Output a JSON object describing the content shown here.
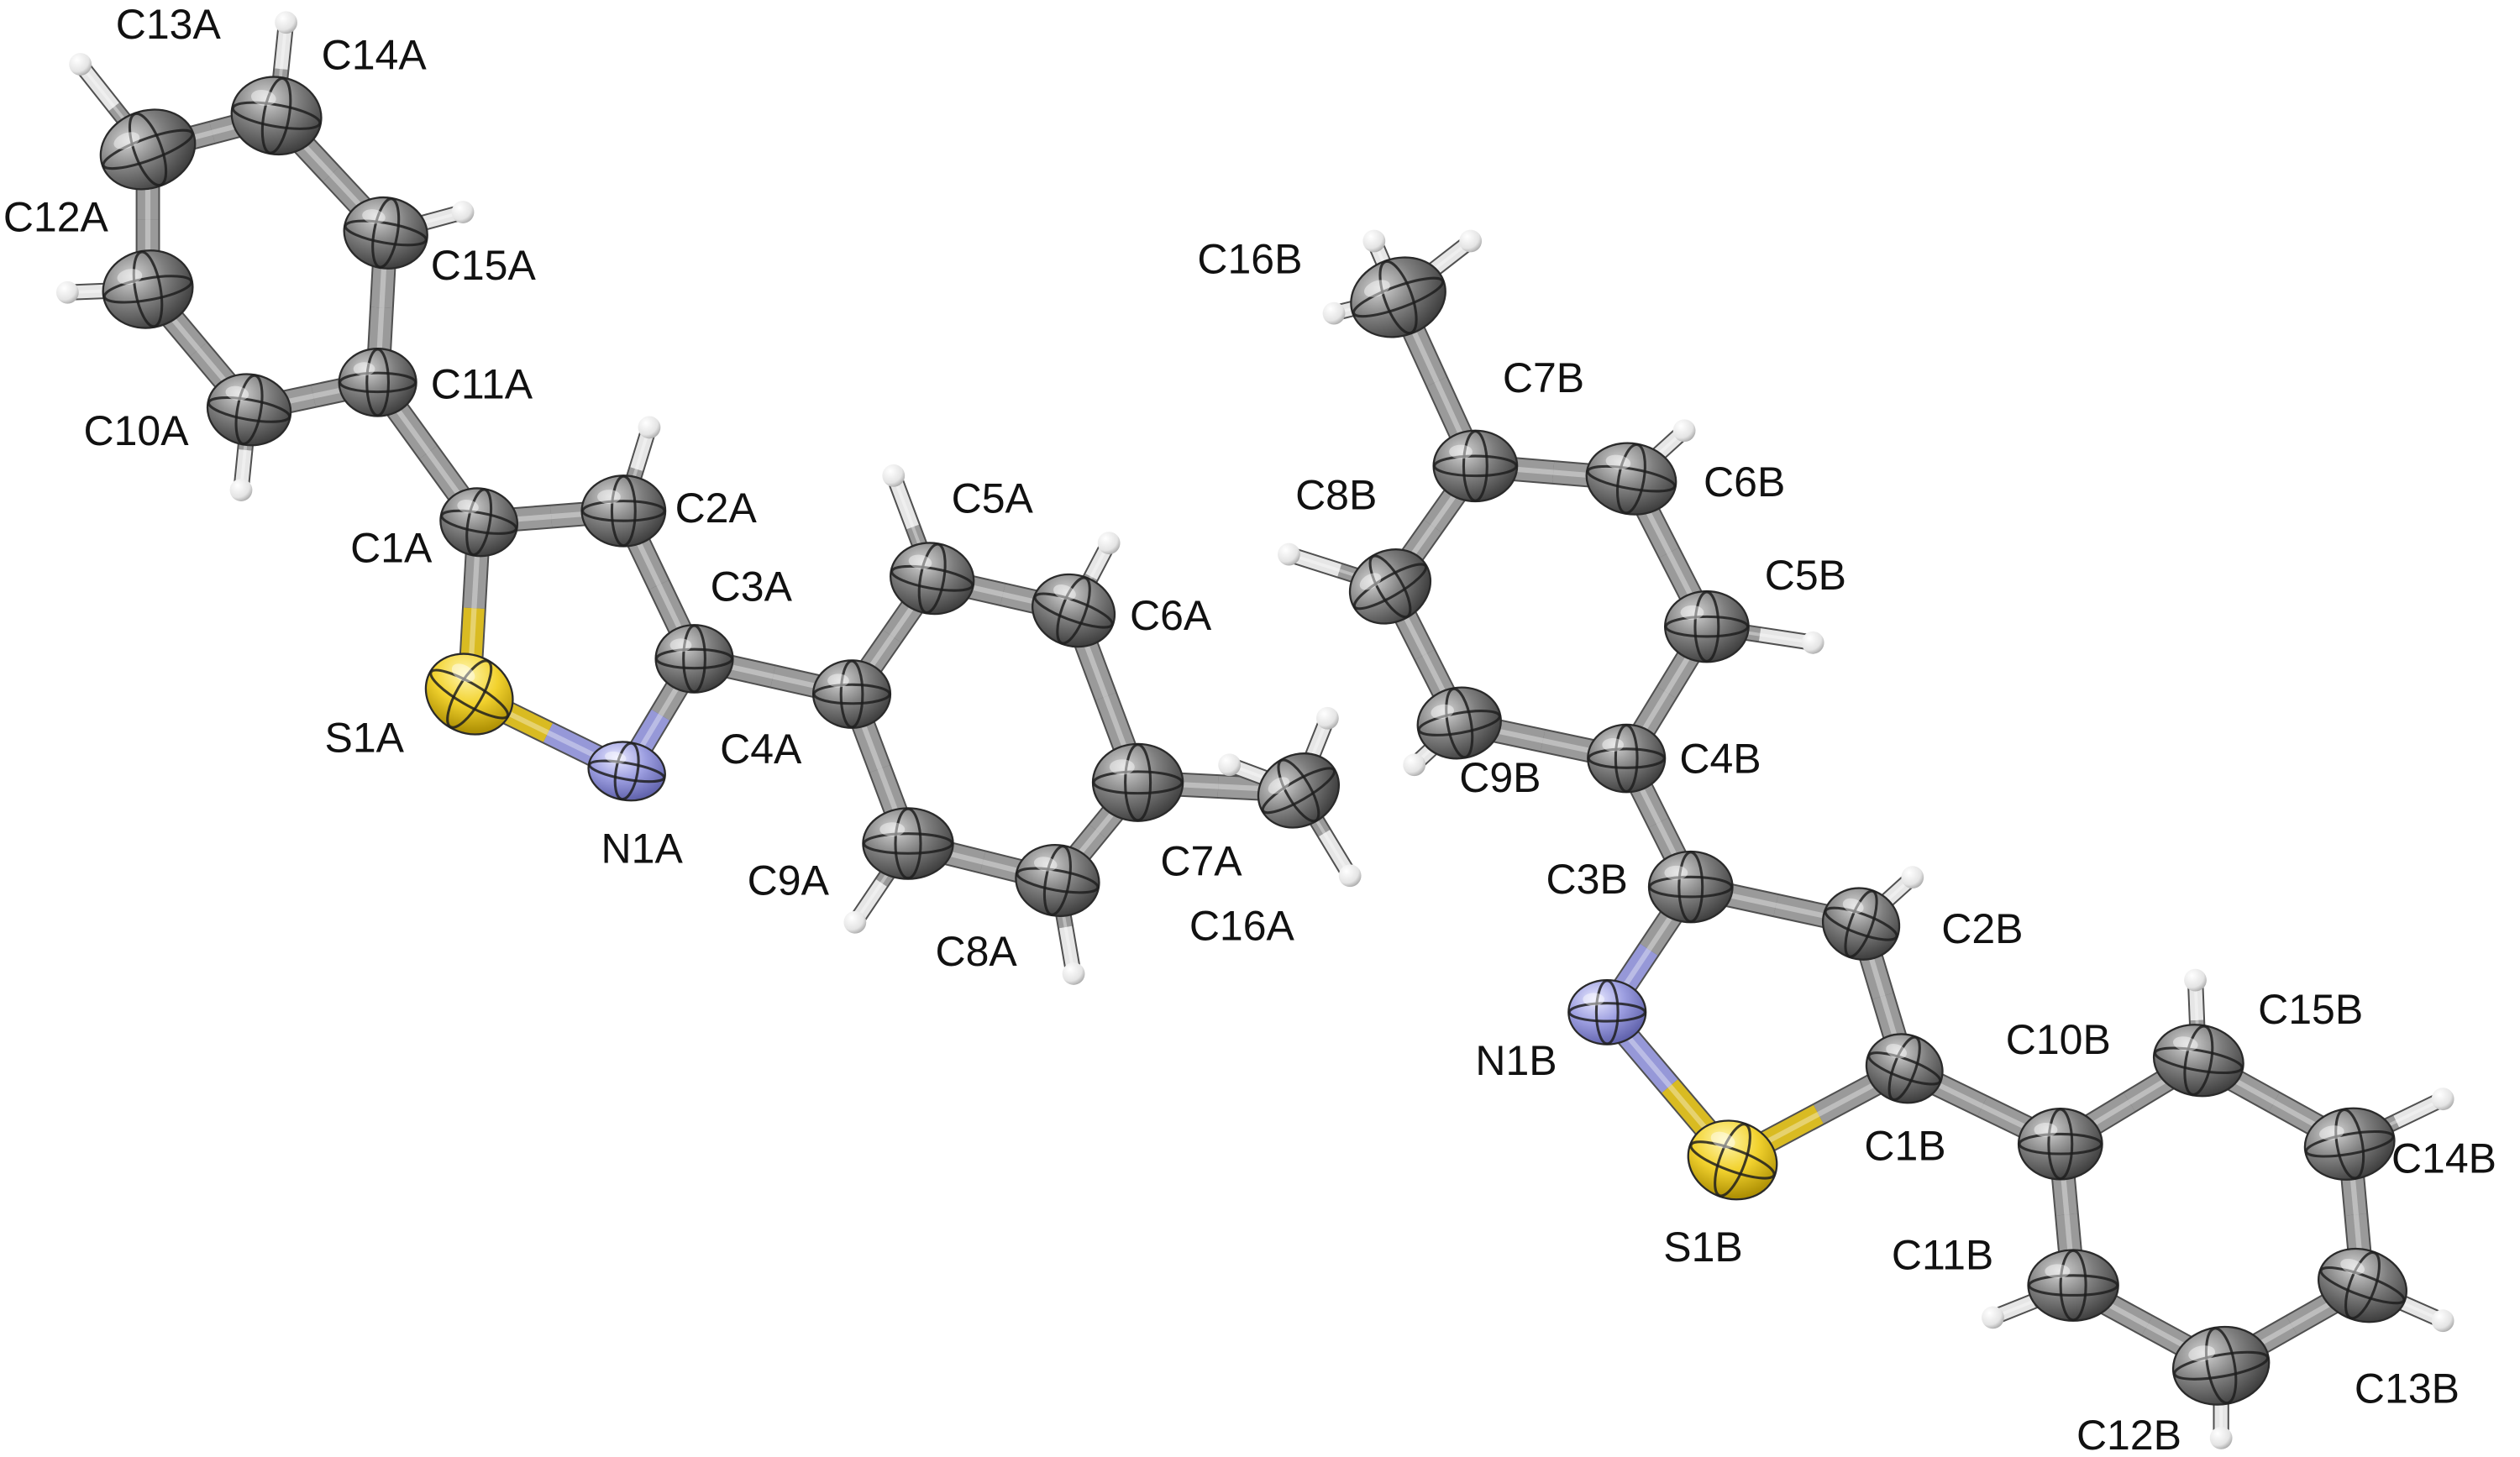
{
  "colors": {
    "carbon": "#7a7a7a",
    "hydrogen": "#e6e6e6",
    "sulfur": "#f2d22e",
    "nitrogen": "#9c9ee0",
    "bond": "#9a9a9a",
    "label": "#111111",
    "background": "#ffffff"
  },
  "molecule_a": {
    "atoms": [
      {
        "id": "C13A",
        "element": "C",
        "label": "C13A"
      },
      {
        "id": "C14A",
        "element": "C",
        "label": "C14A"
      },
      {
        "id": "C12A",
        "element": "C",
        "label": "C12A"
      },
      {
        "id": "C15A",
        "element": "C",
        "label": "C15A"
      },
      {
        "id": "C11A",
        "element": "C",
        "label": "C11A"
      },
      {
        "id": "C10A",
        "element": "C",
        "label": "C10A"
      },
      {
        "id": "C1A",
        "element": "C",
        "label": "C1A"
      },
      {
        "id": "C2A",
        "element": "C",
        "label": "C2A"
      },
      {
        "id": "C3A",
        "element": "C",
        "label": "C3A"
      },
      {
        "id": "S1A",
        "element": "S",
        "label": "S1A"
      },
      {
        "id": "N1A",
        "element": "N",
        "label": "N1A"
      },
      {
        "id": "C4A",
        "element": "C",
        "label": "C4A"
      },
      {
        "id": "C5A",
        "element": "C",
        "label": "C5A"
      },
      {
        "id": "C6A",
        "element": "C",
        "label": "C6A"
      },
      {
        "id": "C7A",
        "element": "C",
        "label": "C7A"
      },
      {
        "id": "C8A",
        "element": "C",
        "label": "C8A"
      },
      {
        "id": "C9A",
        "element": "C",
        "label": "C9A"
      },
      {
        "id": "C16A",
        "element": "C",
        "label": "C16A"
      }
    ]
  },
  "molecule_b": {
    "atoms": [
      {
        "id": "C16B",
        "element": "C",
        "label": "C16B"
      },
      {
        "id": "C7B",
        "element": "C",
        "label": "C7B"
      },
      {
        "id": "C8B",
        "element": "C",
        "label": "C8B"
      },
      {
        "id": "C6B",
        "element": "C",
        "label": "C6B"
      },
      {
        "id": "C5B",
        "element": "C",
        "label": "C5B"
      },
      {
        "id": "C9B",
        "element": "C",
        "label": "C9B"
      },
      {
        "id": "C4B",
        "element": "C",
        "label": "C4B"
      },
      {
        "id": "C3B",
        "element": "C",
        "label": "C3B"
      },
      {
        "id": "C2B",
        "element": "C",
        "label": "C2B"
      },
      {
        "id": "N1B",
        "element": "N",
        "label": "N1B"
      },
      {
        "id": "C1B",
        "element": "C",
        "label": "C1B"
      },
      {
        "id": "S1B",
        "element": "S",
        "label": "S1B"
      },
      {
        "id": "C10B",
        "element": "C",
        "label": "C10B"
      },
      {
        "id": "C15B",
        "element": "C",
        "label": "C15B"
      },
      {
        "id": "C14B",
        "element": "C",
        "label": "C14B"
      },
      {
        "id": "C11B",
        "element": "C",
        "label": "C11B"
      },
      {
        "id": "C12B",
        "element": "C",
        "label": "C12B"
      },
      {
        "id": "C13B",
        "element": "C",
        "label": "C13B"
      }
    ]
  }
}
